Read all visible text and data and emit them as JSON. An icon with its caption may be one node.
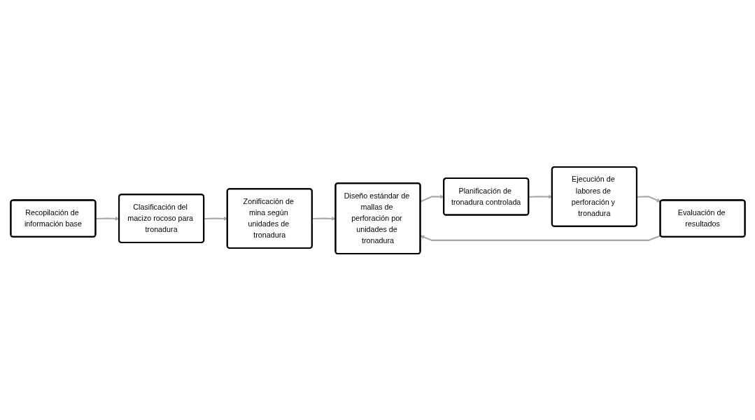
{
  "diagram": {
    "nodes": [
      {
        "text": [
          "Recopilación de información base"
        ]
      },
      {
        "text": [
          "Clasificación del macizo rocoso para tronadura"
        ]
      },
      {
        "text": [
          "Zonificación de mina según unidades de tronadura"
        ]
      },
      {
        "text": [
          "Diseño estándar de mallas de perforación por unidades de tronadura"
        ]
      },
      {
        "text": [
          "Planificación de tronadura controlada"
        ]
      },
      {
        "text": [
          "Ejecución de labores de perforación y tronadura"
        ]
      },
      {
        "text": [
          "Evaluación de resultados"
        ]
      }
    ],
    "edges": [
      {
        "from": 0,
        "to": 1,
        "arrow": "to"
      },
      {
        "from": 1,
        "to": 2,
        "arrow": "to"
      },
      {
        "from": 2,
        "to": 3,
        "arrow": "to"
      },
      {
        "from": 3,
        "to": 4,
        "arrow": "to"
      },
      {
        "from": 4,
        "to": 5,
        "arrow": "to"
      },
      {
        "from": 5,
        "to": 6,
        "arrow": "to"
      },
      {
        "from": 6,
        "to": 3,
        "arrow": "to"
      }
    ]
  }
}
